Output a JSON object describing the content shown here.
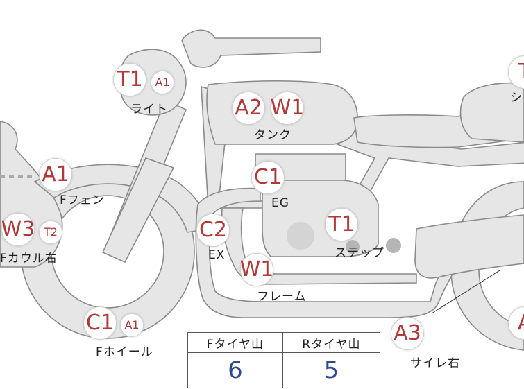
{
  "parts": [
    {
      "id": "light",
      "label": "ライト",
      "badges": [
        {
          "text": "T1",
          "size": "big"
        },
        {
          "text": "A1",
          "size": "small"
        }
      ]
    },
    {
      "id": "tank",
      "label": "タンク",
      "badges": [
        {
          "text": "A2",
          "size": "big"
        },
        {
          "text": "W1",
          "size": "big"
        }
      ]
    },
    {
      "id": "ffender",
      "label": "Fフェン",
      "badges": [
        {
          "text": "A1",
          "size": "big"
        }
      ]
    },
    {
      "id": "eg",
      "label": "EG",
      "badges": [
        {
          "text": "C1",
          "size": "big"
        }
      ]
    },
    {
      "id": "fcowl",
      "label": "Fカウル右",
      "badges": [
        {
          "text": "W3",
          "size": "big"
        },
        {
          "text": "T2",
          "size": "small"
        }
      ]
    },
    {
      "id": "ex",
      "label": "EX",
      "badges": [
        {
          "text": "C2",
          "size": "big"
        }
      ]
    },
    {
      "id": "step",
      "label": "ステップ",
      "badges": [
        {
          "text": "T1",
          "size": "big"
        }
      ]
    },
    {
      "id": "frame",
      "label": "フレーム",
      "badges": [
        {
          "text": "W1",
          "size": "big"
        }
      ]
    },
    {
      "id": "fwheel",
      "label": "Fホイール",
      "badges": [
        {
          "text": "C1",
          "size": "big"
        },
        {
          "text": "A1",
          "size": "small"
        }
      ]
    },
    {
      "id": "muffler",
      "label": "サイレ右",
      "badges": [
        {
          "text": "A3",
          "size": "big"
        }
      ]
    },
    {
      "id": "seat",
      "label": "シ",
      "badges": [
        {
          "text": "T",
          "size": "big"
        }
      ]
    },
    {
      "id": "rwheel",
      "label": "",
      "badges": [
        {
          "text": "A",
          "size": "big"
        }
      ]
    }
  ],
  "tire_table": {
    "headers": [
      "Fタイヤ山",
      "Rタイヤ山"
    ],
    "values": [
      "6",
      "5"
    ]
  }
}
